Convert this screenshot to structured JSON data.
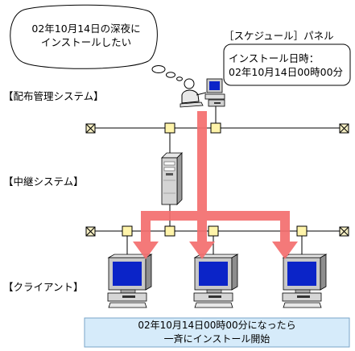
{
  "thought_bubble": {
    "line1": "02年10月14日の深夜に",
    "line2": "インストールしたい"
  },
  "schedule_panel": {
    "title": "［スケジュール］パネル",
    "line1": "インストール日時：",
    "line2": "02年10月14日00時00分"
  },
  "layers": {
    "management": "【配布管理システム】",
    "relay": "【中継システム】",
    "client": "【クライアント】"
  },
  "footer_note": {
    "line1": "02年10月14日00時00分になったら",
    "line2": "一斉にインストール開始"
  },
  "colors": {
    "arrow": "#f46e6e",
    "note_fill": "#d6ebfa",
    "note_border": "#7aa6c8",
    "node_fill": "#fff4aa",
    "terminator_fill": "#f6efc4",
    "screen_blue": "#0b24c8"
  }
}
